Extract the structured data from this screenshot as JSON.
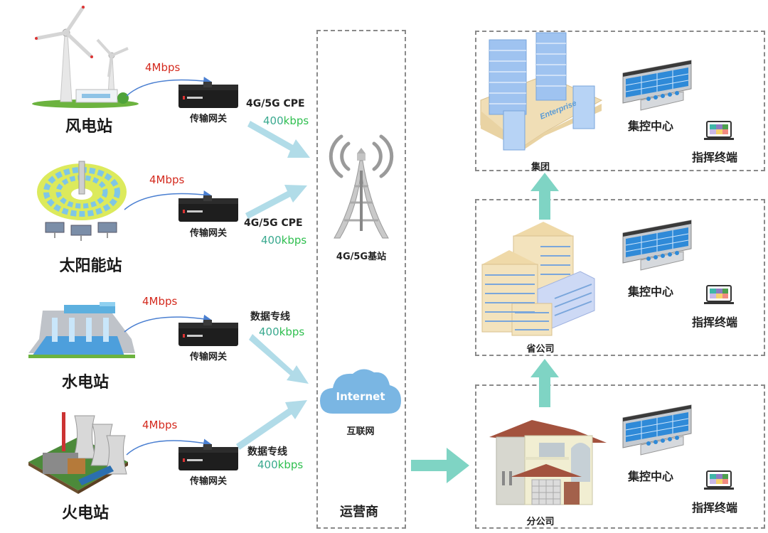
{
  "stations": [
    {
      "name": "风电站",
      "icon": "wind-turbine-icon",
      "uplink_rate": "4Mbps",
      "gateway_label": "传输网关",
      "link_type": "4G/5G CPE",
      "link_rate_number": "400",
      "link_rate_unit": "kbps"
    },
    {
      "name": "太阳能站",
      "icon": "solar-plant-icon",
      "uplink_rate": "4Mbps",
      "gateway_label": "传输网关",
      "link_type": "4G/5G CPE",
      "link_rate_number": "400",
      "link_rate_unit": "kbps"
    },
    {
      "name": "水电站",
      "icon": "hydro-dam-icon",
      "uplink_rate": "4Mbps",
      "gateway_label": "传输网关",
      "link_type": "数据专线",
      "link_rate_number": "400",
      "link_rate_unit": "kbps"
    },
    {
      "name": "火电站",
      "icon": "thermal-plant-icon",
      "uplink_rate": "4Mbps",
      "gateway_label": "传输网关",
      "link_type": "数据专线",
      "link_rate_number": "400",
      "link_rate_unit": "kbps"
    }
  ],
  "operator": {
    "title": "运营商",
    "base_station_label": "4G/5G基站",
    "internet_cloud_text": "Internet",
    "internet_label": "互联网"
  },
  "enterprise": {
    "levels": [
      {
        "name": "集团",
        "building_sign": "Enterprise",
        "control_center": "集控中心",
        "terminal": "指挥终端"
      },
      {
        "name": "省公司",
        "control_center": "集控中心",
        "terminal": "指挥终端"
      },
      {
        "name": "分公司",
        "control_center": "集控中心",
        "terminal": "指挥终端"
      }
    ]
  },
  "colors": {
    "flow_arrow": "#a9d8e6",
    "hierarchy_arrow": "#7fd4c4",
    "rate_red": "#d42a1e",
    "rate_green": "#2fbf4f",
    "dash_border": "#8a8a8a",
    "cloud": "#7ab6e3"
  }
}
